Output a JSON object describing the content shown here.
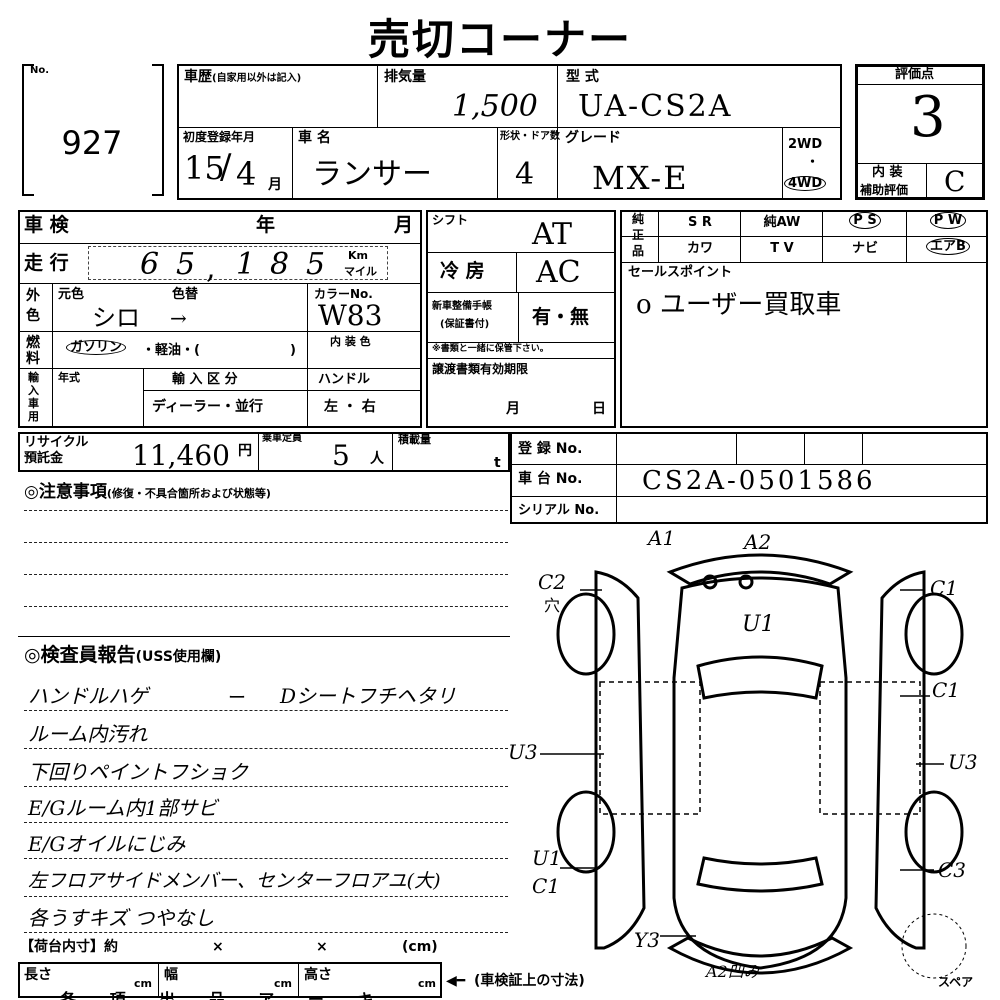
{
  "title": "売切コーナー",
  "no_label": "No.",
  "lot_no": "927",
  "history": {
    "label": "車歴",
    "note": "(自家用以外は記入)"
  },
  "displacement": {
    "label": "排気量",
    "value": "1,500"
  },
  "model_code": {
    "label": "型 式",
    "value": "UA-CS2A"
  },
  "first_reg": {
    "label": "初度登録年月",
    "year": "15",
    "month": "4",
    "month_unit": "月"
  },
  "car_name": {
    "label": "車 名",
    "value": "ランサー"
  },
  "doors": {
    "label": "形状・ドア数",
    "value": "4"
  },
  "grade": {
    "label": "グレード",
    "value": "MX-E"
  },
  "drive": {
    "two": "2WD",
    "four": "4WD",
    "dot": "・"
  },
  "score": {
    "label": "評価点",
    "value": "3"
  },
  "interior": {
    "label_a": "内 装",
    "label_b": "補助評価",
    "value": "C"
  },
  "shaken": {
    "label": "車 検",
    "year": "年",
    "month": "月"
  },
  "mileage": {
    "label": "走 行",
    "digits": [
      "6",
      "5",
      "1",
      "8",
      "5"
    ],
    "comma": ",",
    "km": "Km",
    "mile": "マイル"
  },
  "color": {
    "side_a": "外",
    "side_b": "色",
    "orig_label": "元色",
    "change_label": "色替",
    "code_label": "カラーNo.",
    "orig_value": "シロ",
    "arrow": "→",
    "code_value": "W83"
  },
  "fuel": {
    "side_a": "燃",
    "side_b": "料",
    "gasoline": "ガソリン",
    "rest": "・軽油・(",
    "close": ")",
    "int_color_label": "内 装 色"
  },
  "import": {
    "side": [
      "輸",
      "入",
      "車",
      "用"
    ],
    "year_label": "年式",
    "class_label": "輸 入 区 分",
    "class_value": "ディーラー・並行",
    "handle_label": "ハンドル",
    "handle_value": "左 ・ 右"
  },
  "shift": {
    "label": "シフト",
    "value": "AT"
  },
  "ac": {
    "label": "冷 房",
    "value": "AC"
  },
  "record_book": {
    "label_a": "新車整備手帳",
    "label_b": "(保証書付)",
    "value": "有・無",
    "note": "※書類と一緒に保管下さい。"
  },
  "transfer": {
    "label": "譲渡書類有効期限",
    "month": "月",
    "day": "日"
  },
  "genuine": {
    "side_a": "純",
    "side_b": "正",
    "side_c": "品"
  },
  "options": {
    "row1": [
      "S R",
      "純AW",
      "P S",
      "P W"
    ],
    "row2": [
      "カワ",
      "T V",
      "ナビ",
      "エアB"
    ]
  },
  "sales_point": {
    "label": "セールスポイント",
    "value": "o ユーザー買取車"
  },
  "recycle": {
    "label_a": "リサイクル",
    "label_b": "預託金",
    "value": "11,460",
    "unit": "円"
  },
  "capacity": {
    "label": "乗車定員",
    "value": "5",
    "unit": "人"
  },
  "load": {
    "label": "積載量",
    "unit": "t"
  },
  "registration": {
    "label": "登 録 No."
  },
  "chassis": {
    "label": "車 台 No.",
    "value": "CS2A-0501586"
  },
  "serial": {
    "label": "シリアル No."
  },
  "caution": {
    "title": "◎注意事項",
    "note": "(修復・不具合箇所および状態等)"
  },
  "inspector": {
    "title": "◎検査員報告",
    "note": "(USS使用欄)",
    "lines": [
      "ハンドルハゲ",
      "ルーム内汚れ",
      "下回りペイントフショク",
      "E/Gルーム内1部サビ",
      "E/Gオイルにじみ",
      "左フロアサイドメンバー、センターフロアユ(大)",
      "各うすキズ つやなし"
    ],
    "line1_extra_a": "ー",
    "line1_extra_b": "Dシートフチヘタリ"
  },
  "cargo": {
    "label": "【荷台内寸】約",
    "x1": "×",
    "x2": "×",
    "unit": "(cm)"
  },
  "dims": {
    "length": "長さ",
    "width": "幅",
    "height": "高さ",
    "cm": "cm",
    "note": "(車検証上の寸法)",
    "arrow": "◀━"
  },
  "spare": "スペア",
  "footer_partial": "各 項 出 品 ア ー キ",
  "diagram": {
    "A1": "A1",
    "A2_top": "A2",
    "U1_roof": "U1",
    "C2": "C2",
    "C2_note": "穴",
    "C1_fl": "C1",
    "C1_right": "C1",
    "U3_left": "U3",
    "U3_right": "U3",
    "U1_rear": "U1",
    "C1_rear": "C1",
    "C3": "C3",
    "Y3": "Y3",
    "A2_bottom": "A2凹み"
  }
}
